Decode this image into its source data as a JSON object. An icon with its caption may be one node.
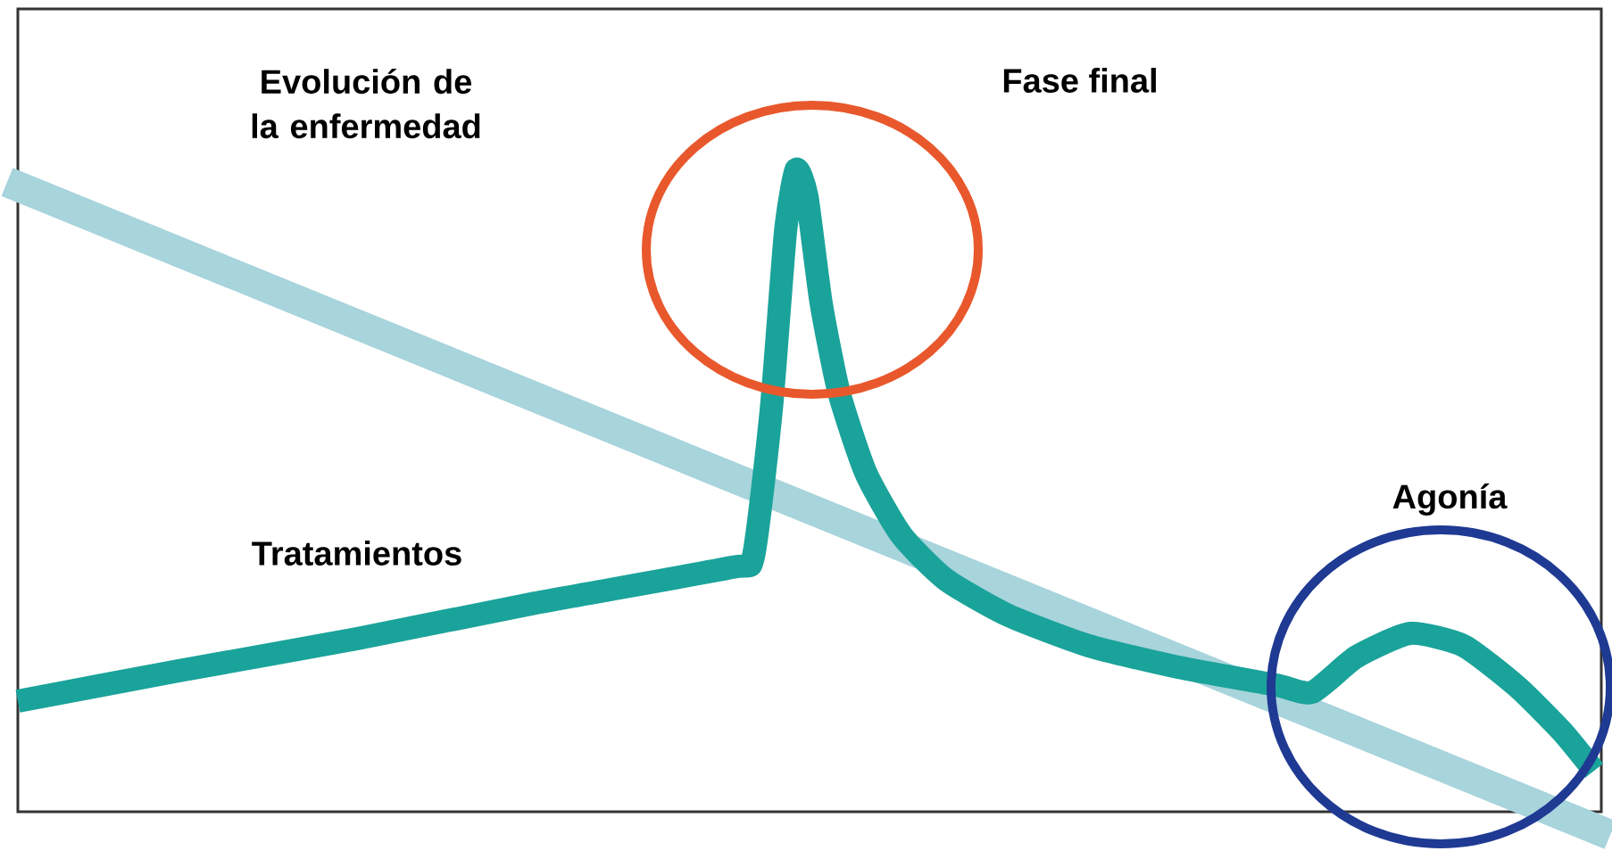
{
  "diagram": {
    "nodes": [
      {
        "text": [
          "Fase final"
        ]
      },
      {
        "text": [
          "Agonía"
        ]
      }
    ],
    "edges": [],
    "labels": [
      "Evolución de la enfermedad",
      "Tratamientos"
    ]
  }
}
